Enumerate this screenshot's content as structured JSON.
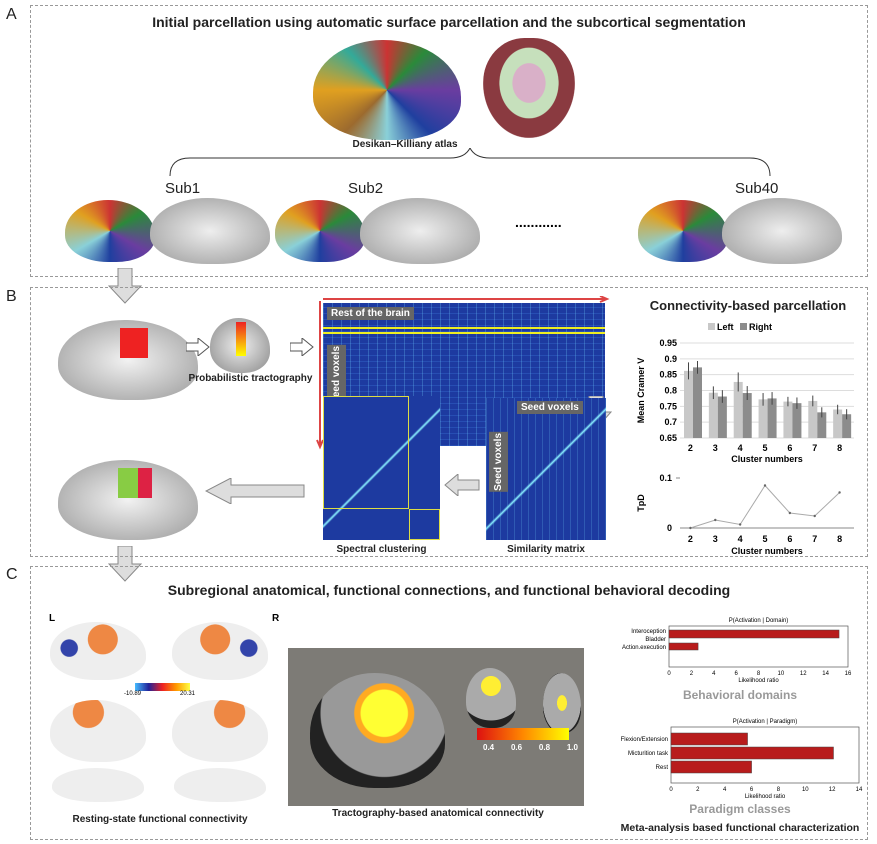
{
  "panels": {
    "a": {
      "label": "A",
      "title": "Initial parcellation using automatic surface parcellation and the subcortical segmentation",
      "atlas": "Desikan–Killiany atlas",
      "subjects": [
        "Sub1",
        "Sub2",
        "Sub40"
      ],
      "ellipsis": "............"
    },
    "b": {
      "label": "B",
      "tractography": "Probabilistic tractography",
      "rest": "Rest of the brain",
      "seed": "Seed voxels",
      "seed2": "Seed voxels",
      "seed3": "Seed voxels",
      "spectral": "Spectral clustering",
      "similarity": "Similarity matrix",
      "chart_title": "Connectivity-based parcellation"
    },
    "c": {
      "label": "C",
      "title": "Subregional anatomical, functional connections, and functional behavioral decoding",
      "left": "L",
      "right": "R",
      "cbar_min": "-10.89",
      "cbar_max": "20.31",
      "rsfc": "Resting-state functional connectivity",
      "tract": "Tractography-based anatomical connectivity",
      "tract_ticks": [
        "0.4",
        "0.6",
        "0.8",
        "1.0"
      ],
      "domain_caption": "Behavioral domains",
      "paradigm_caption": "Paradigm classes",
      "meta": "Meta-analysis based functional characterization"
    }
  },
  "chart_data": [
    {
      "type": "bar",
      "title": "",
      "xlabel": "Cluster numbers",
      "ylabel": "Mean Cramer V",
      "categories": [
        "2",
        "3",
        "4",
        "5",
        "6",
        "7",
        "8"
      ],
      "ylim": [
        0.65,
        0.95
      ],
      "yticks": [
        "0.65",
        "0.7",
        "0.75",
        "0.8",
        "0.85",
        "0.9",
        "0.95"
      ],
      "legend": "top",
      "series": [
        {
          "name": "Left",
          "color": "#c8c8c8",
          "values": [
            0.862,
            0.793,
            0.827,
            0.772,
            0.765,
            0.767,
            0.74
          ],
          "err": [
            0.027,
            0.02,
            0.03,
            0.02,
            0.015,
            0.017,
            0.015
          ]
        },
        {
          "name": "Right",
          "color": "#8c8c8c",
          "values": [
            0.873,
            0.781,
            0.792,
            0.775,
            0.76,
            0.731,
            0.725
          ],
          "err": [
            0.02,
            0.02,
            0.022,
            0.02,
            0.018,
            0.016,
            0.016
          ]
        }
      ]
    },
    {
      "type": "line",
      "xlabel": "Cluster numbers",
      "ylabel": "TpD",
      "categories": [
        "2",
        "3",
        "4",
        "5",
        "6",
        "7",
        "8"
      ],
      "ylim": [
        0,
        0.1
      ],
      "yticks": [
        "0",
        "0.1"
      ],
      "values": [
        0.0,
        0.016,
        0.007,
        0.085,
        0.03,
        0.024,
        0.071
      ]
    },
    {
      "type": "bar",
      "orientation": "horizontal",
      "title": "P(Activation | Domain)",
      "xlabel": "Likelihood ratio",
      "categories": [
        "Interoception Bladder",
        "Action.execution"
      ],
      "labels": [
        "Interoception",
        "Bladder",
        "Action.execution"
      ],
      "values": [
        15.2,
        2.6
      ],
      "xlim": [
        0,
        16
      ],
      "xticks": [
        "0",
        "2",
        "4",
        "6",
        "8",
        "10",
        "12",
        "14",
        "16"
      ],
      "color": "#b81c1c"
    },
    {
      "type": "bar",
      "orientation": "horizontal",
      "title": "P(Activation | Paradigm)",
      "xlabel": "Likelihood ratio",
      "categories": [
        "Flexion/Extension",
        "Micturition task",
        "Rest"
      ],
      "values": [
        5.7,
        12.1,
        6.0
      ],
      "xlim": [
        0,
        14
      ],
      "xticks": [
        "0",
        "2",
        "4",
        "6",
        "8",
        "10",
        "12",
        "14"
      ],
      "color": "#b81c1c"
    }
  ]
}
